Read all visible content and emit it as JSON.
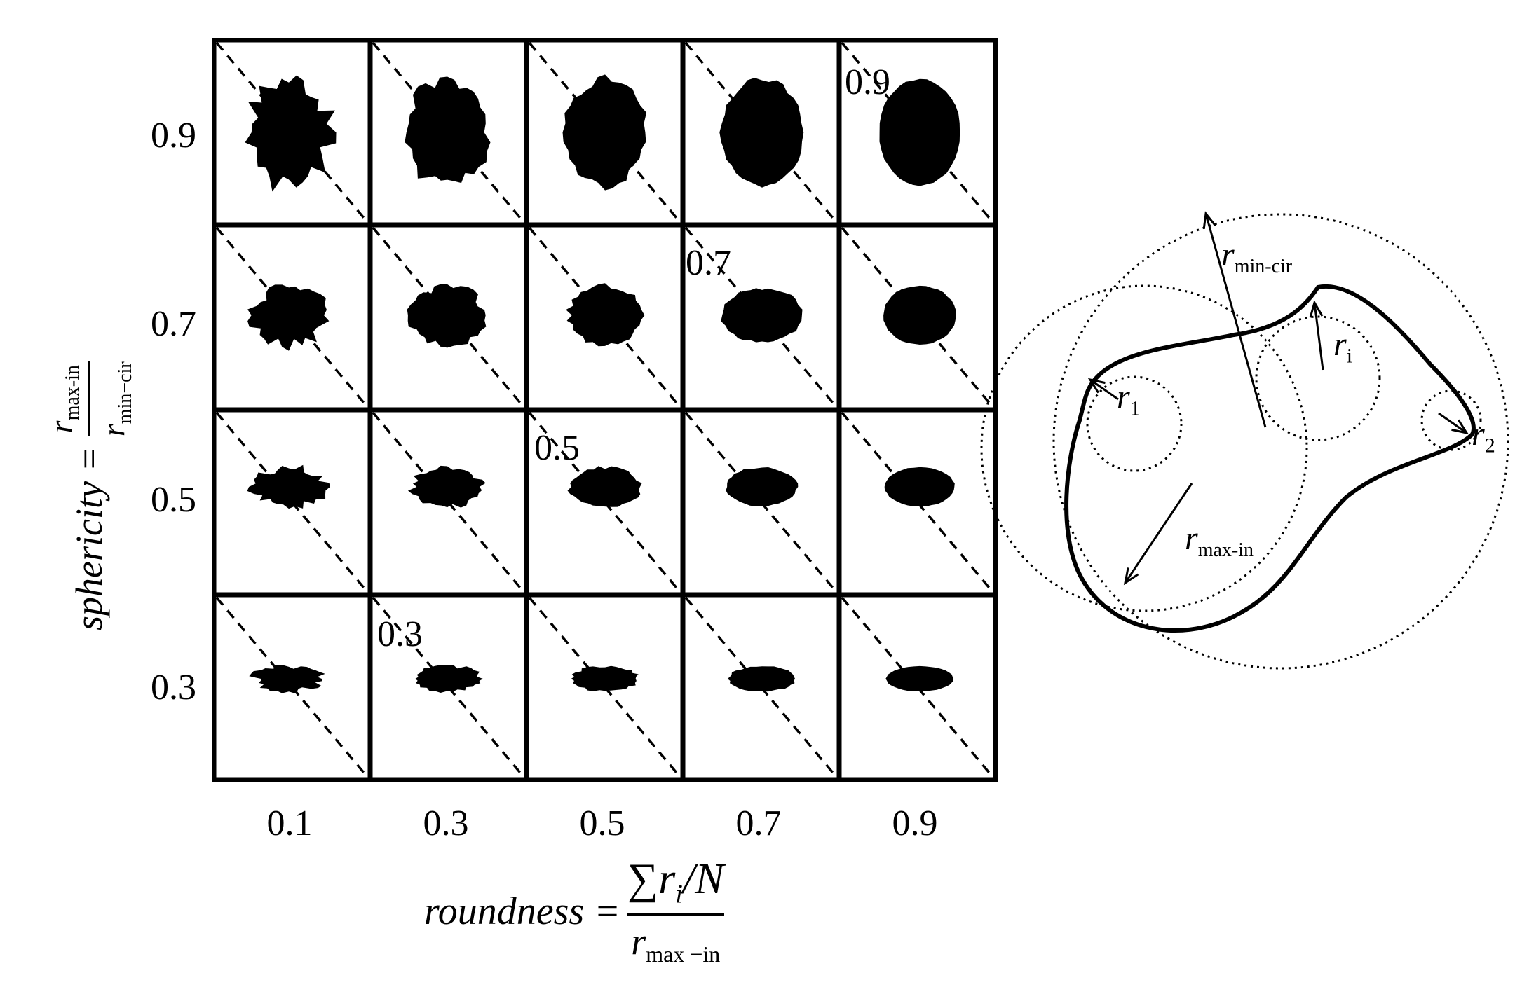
{
  "grid": {
    "x_ticks": [
      "0.1",
      "0.3",
      "0.5",
      "0.7",
      "0.9"
    ],
    "y_ticks": [
      "0.9",
      "0.7",
      "0.5",
      "0.3"
    ],
    "diagonal_labels": [
      "0.9",
      "0.7",
      "0.5",
      "0.3"
    ]
  },
  "xlabel": {
    "lhs": "roundness =",
    "numerator_sum": "∑",
    "numerator_r": "r",
    "numerator_i": "i",
    "numerator_rest": "/N",
    "denominator_r": "r",
    "denominator_sub": "max −in"
  },
  "ylabel": {
    "lhs": "sphericity =",
    "numerator_r": "r",
    "numerator_sub": "max-in",
    "denominator_r": "r",
    "denominator_sub": "min−cir"
  },
  "diagram": {
    "r_min_cir": "r",
    "r_min_cir_sub": "min-cir",
    "r_i": "r",
    "r_i_sub": "i",
    "r_1": "r",
    "r_1_sub": "1",
    "r_2": "r",
    "r_2_sub": "2",
    "r_max_in": "r",
    "r_max_in_sub": "max-in"
  }
}
